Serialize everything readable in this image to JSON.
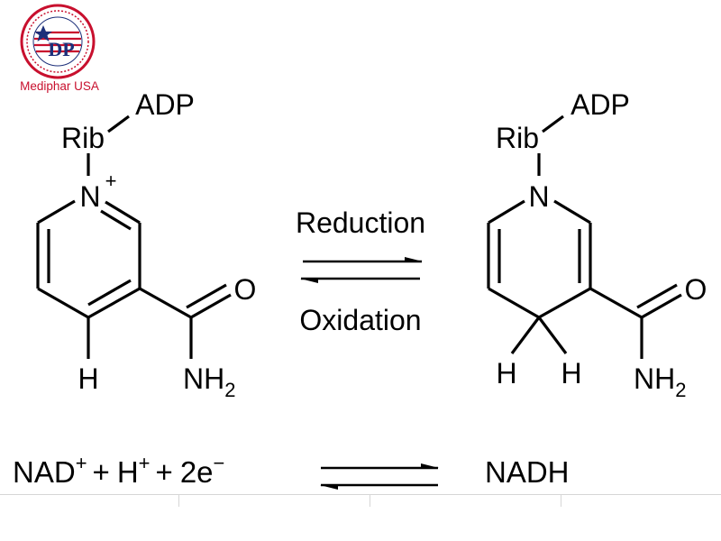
{
  "brand": {
    "name": "Mediphar USA",
    "logo_monogram": "DP",
    "colors": {
      "red": "#c8102e",
      "navy": "#1c2f7a"
    }
  },
  "reactant": {
    "substituent_top": "ADP",
    "sugar": "Rib",
    "ring_nitrogen": "N",
    "charge": "+",
    "carbonyl_oxygen": "O",
    "amide_nitrogen": "NH",
    "amide_subscript": "2",
    "ring_hydrogen": "H"
  },
  "product": {
    "substituent_top": "ADP",
    "sugar": "Rib",
    "ring_nitrogen": "N",
    "carbonyl_oxygen": "O",
    "amide_nitrogen": "NH",
    "amide_subscript": "2",
    "hydrogen_left": "H",
    "hydrogen_right": "H"
  },
  "arrows": {
    "forward_label": "Reduction",
    "reverse_label": "Oxidation"
  },
  "equation": {
    "nad": "NAD",
    "nad_charge": "+",
    "plus_1": "+",
    "proton": "H",
    "proton_charge": "+",
    "plus_2": "+",
    "electrons": "2e",
    "electron_charge": "−",
    "nadh": "NADH"
  }
}
